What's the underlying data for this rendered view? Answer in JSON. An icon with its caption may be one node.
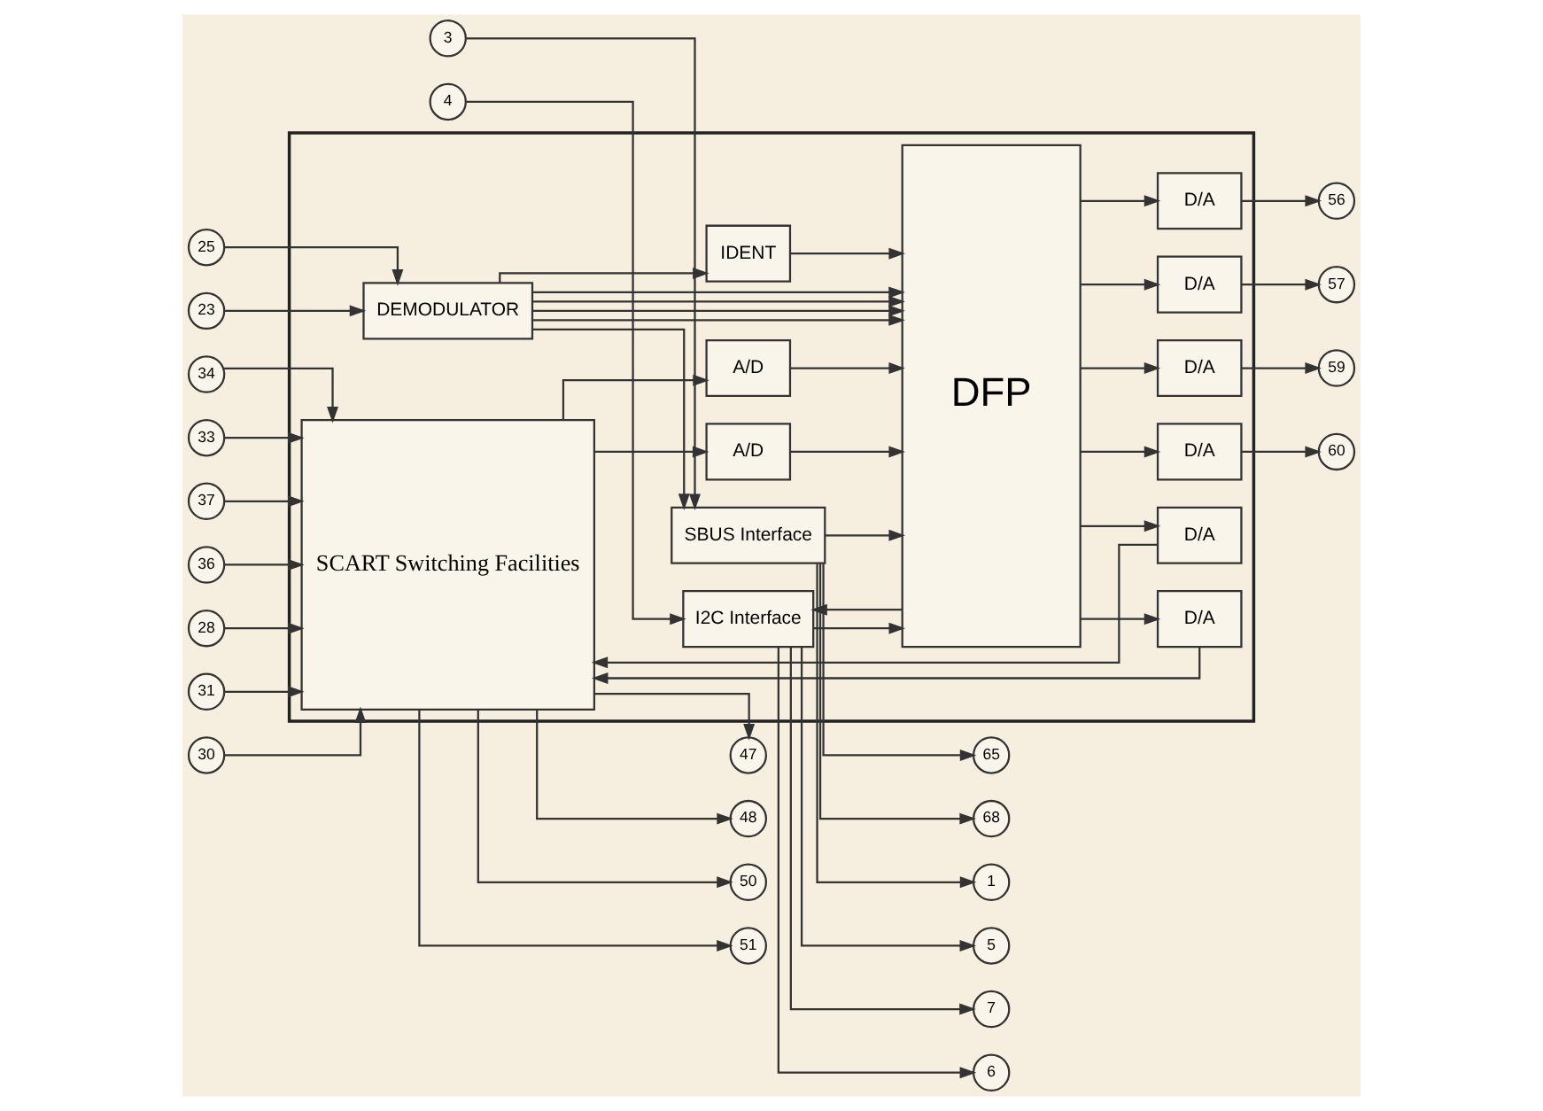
{
  "diagram": {
    "nodes": [
      {
        "text": [],
        "shape": "box"
      },
      {
        "text": [
          "SBUS Interface"
        ],
        "in": 0
      },
      {
        "text": [
          "I2C Interface"
        ],
        "in": 0
      },
      {
        "text": [
          "DEMODULATOR"
        ],
        "in": 0
      },
      {
        "text": [
          "IDENT"
        ],
        "in": 0
      },
      {
        "text": [
          "DFP"
        ],
        "in": 0
      },
      {
        "text": [
          "A/D"
        ],
        "in": 0
      },
      {
        "text": [
          "A/D"
        ],
        "in": 0
      },
      {
        "text": [
          "D/A"
        ],
        "in": 0
      },
      {
        "text": [
          "D/A"
        ],
        "in": 0
      },
      {
        "text": [
          "D/A"
        ],
        "in": 0
      },
      {
        "text": [
          "D/A"
        ],
        "in": 0
      },
      {
        "text": [
          "D/A"
        ],
        "in": 0
      },
      {
        "text": [
          "D/A"
        ],
        "in": 0
      },
      {
        "text": [
          "SCART Switching Facilities"
        ],
        "in": 0
      },
      {
        "text": [
          "65"
        ]
      },
      {
        "text": [
          "3"
        ]
      },
      {
        "text": [
          "68"
        ]
      },
      {
        "text": [
          "1"
        ]
      },
      {
        "text": [
          "5"
        ]
      },
      {
        "text": [
          "4"
        ]
      },
      {
        "text": [
          "7"
        ]
      },
      {
        "text": [
          "6"
        ]
      },
      {
        "text": [
          "25"
        ]
      },
      {
        "text": [
          "23"
        ]
      },
      {
        "text": [
          "28"
        ]
      },
      {
        "text": [
          "31"
        ]
      },
      {
        "text": [
          "30"
        ]
      },
      {
        "text": [
          "34"
        ]
      },
      {
        "text": [
          "33"
        ]
      },
      {
        "text": [
          "37"
        ]
      },
      {
        "text": [
          "36"
        ]
      },
      {
        "text": [
          "56"
        ]
      },
      {
        "text": [
          "57"
        ]
      },
      {
        "text": [
          "59"
        ]
      },
      {
        "text": [
          "60"
        ]
      },
      {
        "text": [
          "47"
        ]
      },
      {
        "text": [
          "48"
        ]
      },
      {
        "text": [
          "50"
        ]
      },
      {
        "text": [
          "51"
        ]
      }
    ],
    "edges": [
      {
        "from": 1,
        "to": 15,
        "arrow": "to"
      },
      {
        "from": 16,
        "to": 1,
        "arrow": "to"
      },
      {
        "from": 1,
        "to": 17,
        "arrow": "to"
      },
      {
        "from": 1,
        "to": 18,
        "arrow": "to"
      },
      {
        "from": 2,
        "to": 19,
        "arrow": "to"
      },
      {
        "from": 20,
        "to": 2,
        "arrow": "to"
      },
      {
        "from": 2,
        "to": 21,
        "arrow": "to"
      },
      {
        "from": 2,
        "to": 22,
        "arrow": "to"
      },
      {
        "from": 1,
        "to": 5,
        "arrow": "to"
      },
      {
        "from": 2,
        "to": 5,
        "arrow": "to"
      },
      {
        "from": 5,
        "to": 2,
        "arrow": "to"
      },
      {
        "from": 3,
        "to": 1,
        "arrow": "to"
      },
      {
        "from": 23,
        "to": 3,
        "arrow": "to"
      },
      {
        "from": 24,
        "to": 3,
        "arrow": "to"
      },
      {
        "from": 3,
        "to": 5,
        "arrow": "to"
      },
      {
        "from": 3,
        "to": 5,
        "arrow": "to"
      },
      {
        "from": 3,
        "to": 5,
        "arrow": "to"
      },
      {
        "from": 3,
        "to": 5,
        "arrow": "to"
      },
      {
        "from": 3,
        "to": 4,
        "arrow": "to"
      },
      {
        "from": 4,
        "to": 5,
        "arrow": "to"
      },
      {
        "from": 25,
        "to": 14,
        "arrow": "to"
      },
      {
        "from": 26,
        "to": 14,
        "arrow": "to"
      },
      {
        "from": 27,
        "to": 14,
        "arrow": "to"
      },
      {
        "from": 28,
        "to": 14,
        "arrow": "to"
      },
      {
        "from": 29,
        "to": 14,
        "arrow": "to"
      },
      {
        "from": 30,
        "to": 14,
        "arrow": "to"
      },
      {
        "from": 31,
        "to": 14,
        "arrow": "to"
      },
      {
        "from": 14,
        "to": 6,
        "arrow": "to"
      },
      {
        "from": 14,
        "to": 7,
        "arrow": "to"
      },
      {
        "from": 6,
        "to": 5,
        "arrow": "to"
      },
      {
        "from": 7,
        "to": 5,
        "arrow": "to"
      },
      {
        "from": 5,
        "to": 8,
        "arrow": "to"
      },
      {
        "from": 5,
        "to": 9,
        "arrow": "to"
      },
      {
        "from": 5,
        "to": 10,
        "arrow": "to"
      },
      {
        "from": 5,
        "to": 11,
        "arrow": "to"
      },
      {
        "from": 5,
        "to": 12,
        "arrow": "to"
      },
      {
        "from": 5,
        "to": 13,
        "arrow": "to"
      },
      {
        "from": 8,
        "to": 32,
        "arrow": "to"
      },
      {
        "from": 9,
        "to": 33,
        "arrow": "to"
      },
      {
        "from": 10,
        "to": 34,
        "arrow": "to"
      },
      {
        "from": 11,
        "to": 35,
        "arrow": "to"
      },
      {
        "from": 12,
        "to": 14,
        "arrow": "to"
      },
      {
        "from": 13,
        "to": 14,
        "arrow": "to"
      },
      {
        "from": 14,
        "to": 36,
        "arrow": "to"
      },
      {
        "from": 14,
        "to": 37,
        "arrow": "to"
      },
      {
        "from": 14,
        "to": 38,
        "arrow": "to"
      },
      {
        "from": 14,
        "to": 39,
        "arrow": "to"
      }
    ]
  }
}
